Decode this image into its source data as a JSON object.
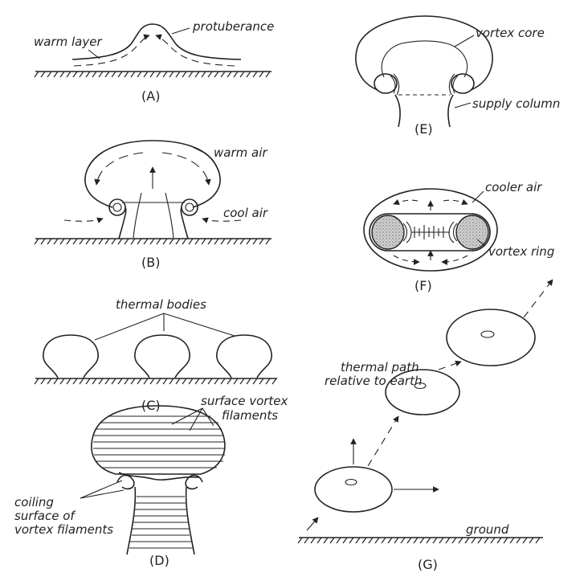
{
  "panels": {
    "A": {
      "caption": "(A)",
      "labels": {
        "warm_layer": "warm layer",
        "protuberance": "protuberance"
      }
    },
    "B": {
      "caption": "(B)",
      "labels": {
        "warm_air": "warm air",
        "cool_air": "cool air"
      }
    },
    "C": {
      "caption": "(C)",
      "labels": {
        "thermal_bodies": "thermal bodies"
      }
    },
    "D": {
      "caption": "(D)",
      "labels": {
        "surface_vortex_1": "surface vortex",
        "surface_vortex_2": "filaments",
        "coiling_1": "coiling",
        "coiling_2": "surface of",
        "coiling_3": "vortex filaments"
      }
    },
    "E": {
      "caption": "(E)",
      "labels": {
        "vortex_core": "vortex core",
        "supply_column": "supply column"
      }
    },
    "F": {
      "caption": "(F)",
      "labels": {
        "cooler_air": "cooler air",
        "vortex_ring": "vortex ring"
      }
    },
    "G": {
      "caption": "(G)",
      "labels": {
        "path_1": "thermal path",
        "path_2": "relative to earth",
        "ground": "ground"
      }
    }
  }
}
